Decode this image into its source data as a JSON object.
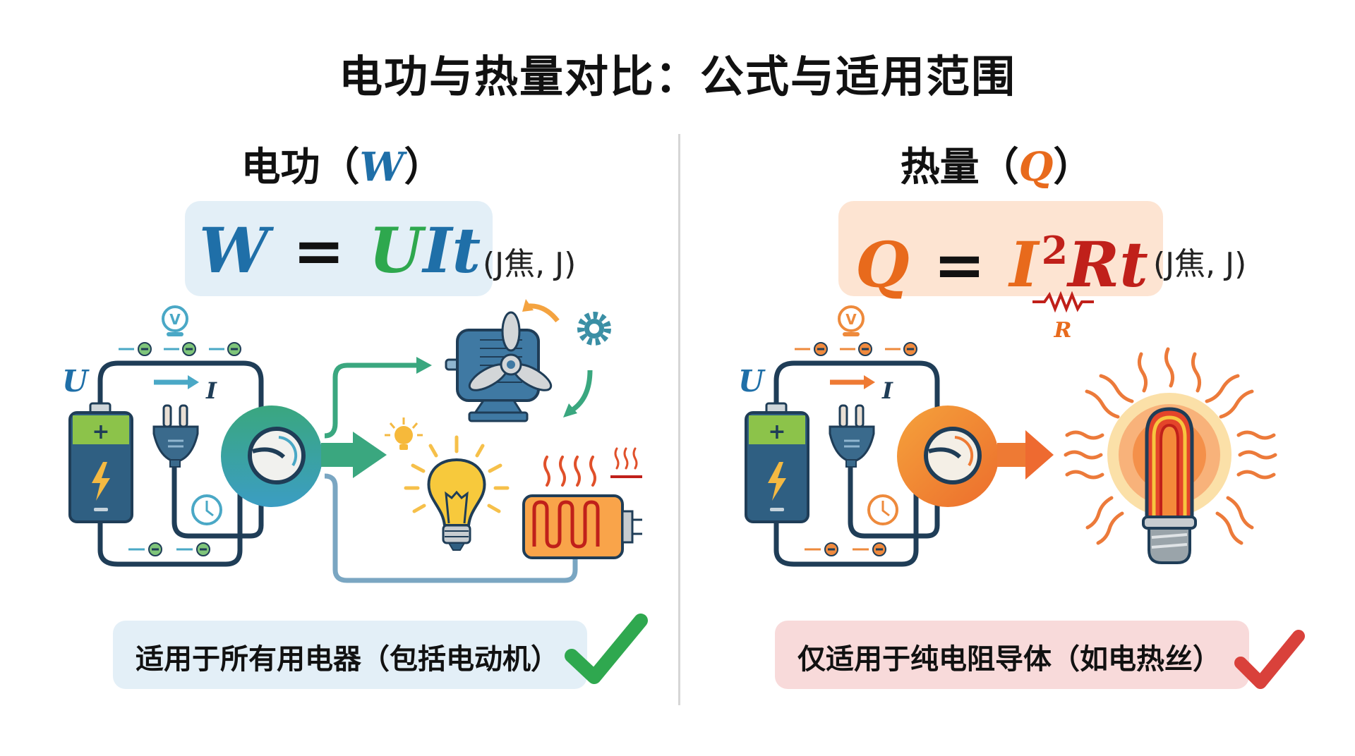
{
  "title": "电功与热量对比：公式与适用范围",
  "colors": {
    "blue": "#1f6fa8",
    "green": "#2ea84e",
    "orange": "#e86a1c",
    "red": "#c0201a",
    "navy": "#1f3d57",
    "blue_bg": "#e3eff7",
    "orange_bg": "#fde4d2",
    "pink_bg": "#f8dada",
    "check_green": "#2fa84f",
    "check_red": "#d9413b"
  },
  "left": {
    "heading_label": "电功",
    "heading_open": "（",
    "heading_var": "W",
    "heading_close": "）",
    "formula": {
      "lhs": "W",
      "eq": "=",
      "rhs_u": "U",
      "rhs_i": "I",
      "rhs_t": "t"
    },
    "unit": "(J焦, J)",
    "diagram": {
      "voltage_label": "U",
      "current_label": "I",
      "voltmeter_label": "V",
      "battery_plus": "+",
      "outputs": [
        "electric-motor",
        "light-bulb",
        "heater"
      ]
    },
    "note": "适用于所有用电器（包括电动机）",
    "note_icon": "check-icon"
  },
  "right": {
    "heading_label": "热量",
    "heading_open": "（",
    "heading_var": "Q",
    "heading_close": "）",
    "formula": {
      "lhs": "Q",
      "eq": "=",
      "rhs_i": "I",
      "exponent": "2",
      "rhs_r": "R",
      "rhs_t": "t"
    },
    "unit": "(J焦, J)",
    "resistor_label": "R",
    "diagram": {
      "voltage_label": "U",
      "current_label": "I",
      "voltmeter_label": "V",
      "battery_plus": "+",
      "outputs": [
        "heating-element"
      ]
    },
    "note": "仅适用于纯电阻导体（如电热丝）",
    "note_icon": "check-icon"
  }
}
